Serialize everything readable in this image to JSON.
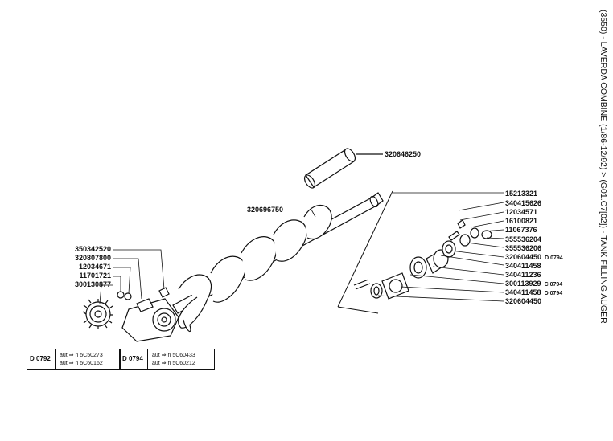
{
  "title": "(3550) - LAVERDA COMBINE (1/86-12/92) > (G01.C7[02]) - TANK FILLING AUGER",
  "parts_left": [
    {
      "no": "320646250",
      "suffix": ""
    },
    {
      "no": "320696750",
      "suffix": ""
    },
    {
      "no": "350342520",
      "suffix": ""
    },
    {
      "no": "320807800",
      "suffix": ""
    },
    {
      "no": "12034671",
      "suffix": ""
    },
    {
      "no": "11701721",
      "suffix": ""
    },
    {
      "no": "300130877",
      "suffix": ""
    }
  ],
  "parts_right": [
    {
      "no": "15213321",
      "suffix": ""
    },
    {
      "no": "340415626",
      "suffix": ""
    },
    {
      "no": "12034571",
      "suffix": ""
    },
    {
      "no": "16100821",
      "suffix": ""
    },
    {
      "no": "11067376",
      "suffix": ""
    },
    {
      "no": "355536204",
      "suffix": ""
    },
    {
      "no": "355536206",
      "suffix": ""
    },
    {
      "no": "320604450",
      "suffix": "D 0794"
    },
    {
      "no": "340411458",
      "suffix": ""
    },
    {
      "no": "340411236",
      "suffix": ""
    },
    {
      "no": "300113929",
      "suffix": "C 0794"
    },
    {
      "no": "340411458",
      "suffix": "D 0794"
    },
    {
      "no": "320604450",
      "suffix": ""
    }
  ],
  "variants": [
    {
      "code": "D 0792",
      "rows": [
        "aut ⇒ n 5C50273",
        "aut ⇒ n 5C60162"
      ]
    },
    {
      "code": "D 0794",
      "rows": [
        "aut ⇒ n 5C60433",
        "aut ⇒ n 5C60212"
      ]
    }
  ]
}
